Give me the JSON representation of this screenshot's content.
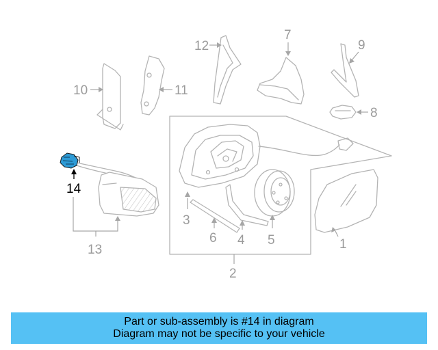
{
  "callouts": {
    "c1": "1",
    "c2": "2",
    "c3": "3",
    "c4": "4",
    "c5": "5",
    "c6": "6",
    "c7": "7",
    "c8": "8",
    "c9": "9",
    "c10": "10",
    "c11": "11",
    "c12": "12",
    "c13": "13",
    "c14": "14"
  },
  "highlighted_part": "14",
  "colors": {
    "highlight_part": "#2e9bd6",
    "banner": "#55c1f4",
    "line_art": "#b4b4b4"
  },
  "banner": {
    "line1": "Part or sub-assembly is #14 in diagram",
    "line2": "Diagram may not be specific to your vehicle"
  }
}
